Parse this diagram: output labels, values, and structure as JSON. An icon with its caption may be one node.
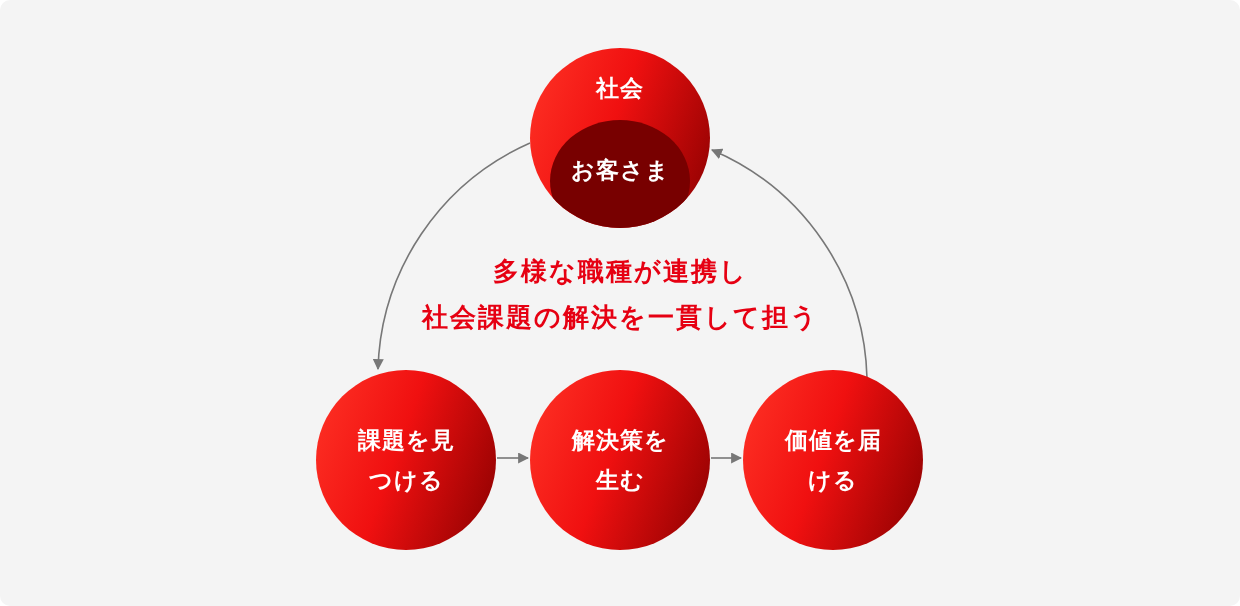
{
  "diagram": {
    "nodes": [
      {
        "text": [
          "社会"
        ]
      },
      {
        "text": [
          "お客さま"
        ],
        "in": 0
      },
      {
        "text": [
          "課題を見つける"
        ]
      },
      {
        "text": [
          "解決策を生む"
        ]
      },
      {
        "text": [
          "価値を届ける"
        ]
      }
    ],
    "edges": [
      {
        "from": 0,
        "to": 2,
        "arrow": "to"
      },
      {
        "from": 2,
        "to": 3,
        "arrow": "to"
      },
      {
        "from": 3,
        "to": 4,
        "arrow": "to"
      },
      {
        "from": 4,
        "to": 0,
        "arrow": "to"
      }
    ],
    "labels": [
      "多様な職種が連携し",
      "社会課題の解決を一貫して担う"
    ]
  }
}
